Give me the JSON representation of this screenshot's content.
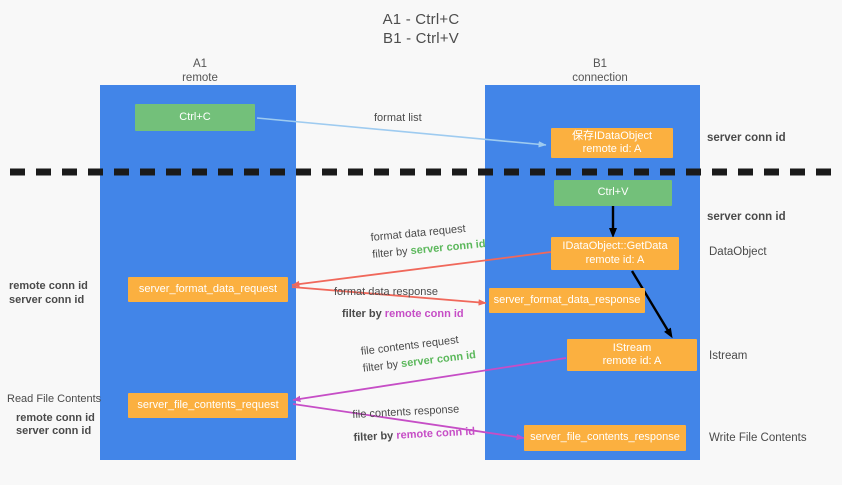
{
  "title": {
    "line1": "A1 - Ctrl+C",
    "line2": "B1 - Ctrl+V"
  },
  "columns": [
    {
      "name": "A1",
      "role": "remote"
    },
    {
      "name": "B1",
      "role": "connection"
    }
  ],
  "colors": {
    "lane": "#4285e8",
    "green_box": "#73c07a",
    "orange_box": "#fbb040",
    "server_conn_id": "#5cb85c",
    "remote_conn_id": "#c64ec6",
    "arrow_blue": "#9ecbf0",
    "arrow_red": "#f0685b",
    "arrow_magenta": "#c64ec6",
    "arrow_black": "#000000",
    "divider": "#1a1a1a"
  },
  "boxes": {
    "ctrl_c": {
      "line1": "Ctrl+C"
    },
    "idataobject_saved": {
      "line1": "保存IDataObject",
      "line2": "remote id: A"
    },
    "ctrl_v": {
      "line1": "Ctrl+V"
    },
    "getdata": {
      "line1": "IDataObject::GetData",
      "line2": "remote id: A"
    },
    "istream": {
      "line1": "IStream",
      "line2": "remote id: A"
    },
    "server_format_data_request": {
      "line1": "server_format_data_request"
    },
    "server_format_data_response": {
      "line1": "server_format_data_response"
    },
    "server_file_contents_request": {
      "line1": "server_file_contents_request"
    },
    "server_file_contents_response": {
      "line1": "server_file_contents_response"
    }
  },
  "arrow_labels": {
    "format_list": "format list",
    "format_data_request": "format data request",
    "format_data_request_filter_prefix": "filter by ",
    "format_data_request_filter_value": "server conn id",
    "format_data_response": "format data response",
    "format_data_response_filter_prefix": "filter by ",
    "format_data_response_filter_value": "remote conn id",
    "file_contents_request": "file contents request",
    "file_contents_request_filter_prefix": "filter by ",
    "file_contents_request_filter_value": "server conn id",
    "file_contents_response": "file contents response",
    "file_contents_response_filter_prefix": "filter by ",
    "file_contents_response_filter_value": "remote conn id"
  },
  "right_labels": {
    "server_conn_id_top": "server conn id",
    "server_conn_id_mid": "server conn id",
    "dataobject": "DataObject",
    "istream": "Istream",
    "write_file_contents": "Write File Contents"
  },
  "left_labels": {
    "remote_conn_id_mid": "remote conn id",
    "server_conn_id_mid": "server conn id",
    "read_file_contents": "Read File Contents",
    "remote_conn_id_bottom": "remote conn id",
    "server_conn_id_bottom": "server conn id"
  }
}
